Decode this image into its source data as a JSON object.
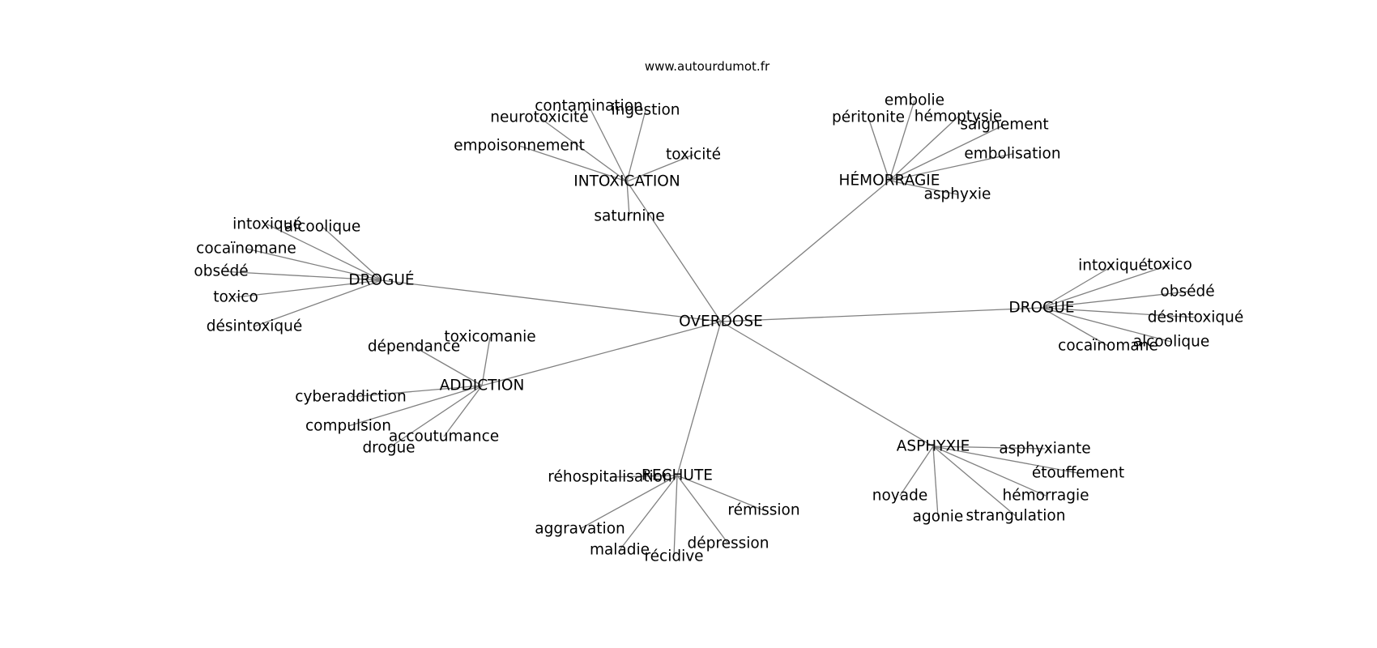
{
  "site": "www.autourdumot.fr",
  "center": "OVERDOSE",
  "groups": [
    {
      "label": "INTOXICATION",
      "children": [
        "contamination",
        "ingestion",
        "neurotoxicité",
        "empoisonnement",
        "toxicité",
        "saturnine"
      ]
    },
    {
      "label": "HÉMORRAGIE",
      "children": [
        "embolie",
        "péritonite",
        "hémoptysie",
        "saignement",
        "embolisation",
        "asphyxie"
      ]
    },
    {
      "label": "DROGUÉ",
      "children": [
        "intoxiqué",
        "alcoolique",
        "cocaïnomane",
        "obsédé",
        "toxico",
        "désintoxiqué"
      ]
    },
    {
      "label": "DROGUE",
      "children": [
        "intoxiqué",
        "toxico",
        "obsédé",
        "désintoxiqué",
        "cocaïnomane",
        "alcoolique"
      ]
    },
    {
      "label": "ADDICTION",
      "children": [
        "toxicomanie",
        "dépendance",
        "cyberaddiction",
        "compulsion",
        "accoutumance",
        "drogue"
      ]
    },
    {
      "label": "RECHUTE",
      "children": [
        "réhospitalisation",
        "rémission",
        "aggravation",
        "dépression",
        "maladie",
        "récidive"
      ]
    },
    {
      "label": "ASPHYXIE",
      "children": [
        "asphyxiante",
        "étouffement",
        "hémorragie",
        "noyade",
        "strangulation",
        "agonie"
      ]
    }
  ]
}
